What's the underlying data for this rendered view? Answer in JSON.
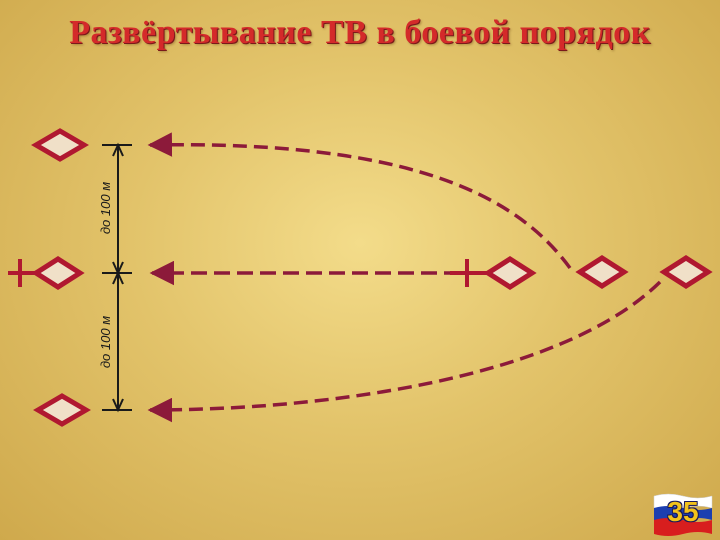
{
  "slide": {
    "title": "Развёртывание ТВ в боевой порядок",
    "page_number": "35"
  },
  "diagram": {
    "dimension_top_label": "до 100 м",
    "dimension_bottom_label": "до 100 м"
  },
  "colors": {
    "title": "#d42a2a",
    "route": "#8c1a3a",
    "symbol_fill": "#f0e0c8",
    "symbol_stroke": "#b01830",
    "dimension": "#1a1a1a"
  }
}
